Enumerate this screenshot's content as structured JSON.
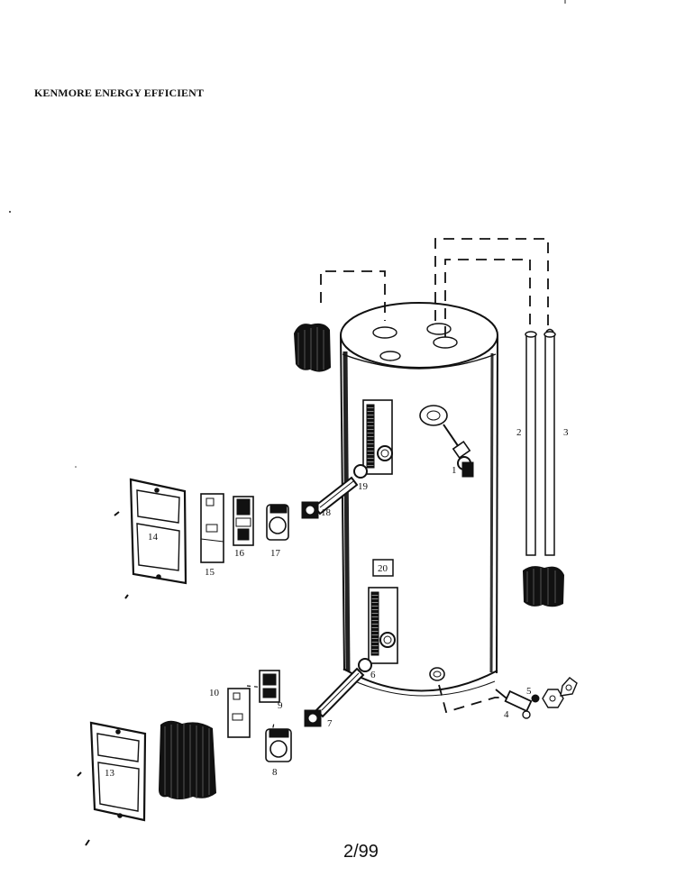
{
  "header": {
    "title": "KENMORE ENERGY EFFICIENT"
  },
  "footer": {
    "page": "2/99"
  },
  "parts": {
    "p1": "1",
    "p2": "2",
    "p3": "3",
    "p4": "4",
    "p5": "5",
    "p6": "6",
    "p7": "7",
    "p8": "8",
    "p9": "9",
    "p10": "10",
    "p13": "13",
    "p14": "14",
    "p15": "15",
    "p16": "16",
    "p17": "17",
    "p18": "18",
    "p19": "19",
    "p20": "20"
  }
}
